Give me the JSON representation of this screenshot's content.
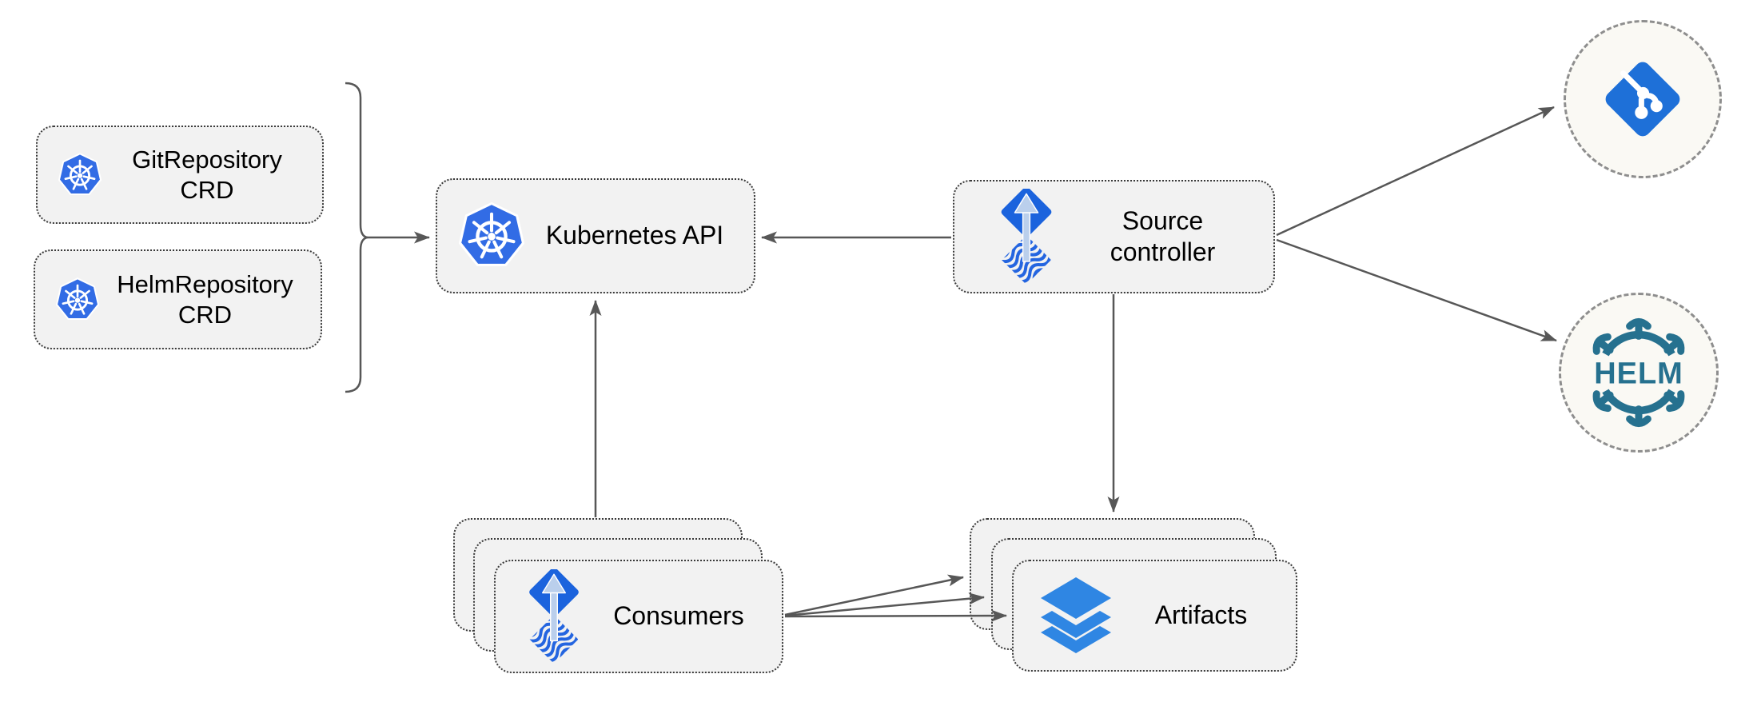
{
  "diagram": {
    "title_hint": "Flux source-controller architecture",
    "nodes": {
      "git_crd": {
        "line1": "GitRepository",
        "line2": "CRD"
      },
      "helm_crd": {
        "line1": "HelmRepository",
        "line2": "CRD"
      },
      "kubernetes_api": {
        "label": "Kubernetes API"
      },
      "source_controller": {
        "line1": "Source",
        "line2": "controller"
      },
      "consumers": {
        "label": "Consumers",
        "stack_count": 3
      },
      "artifacts": {
        "label": "Artifacts",
        "stack_count": 3
      },
      "git_remote": {
        "icon": "git-icon"
      },
      "helm_remote": {
        "icon": "helm-icon",
        "logo_text": "HELM"
      }
    },
    "groups": [
      {
        "name": "crd-group",
        "members": [
          "git_crd",
          "helm_crd"
        ],
        "shape": "curly-brace"
      }
    ],
    "edges": [
      {
        "from": "crd-group",
        "to": "kubernetes-api",
        "style": "arrow"
      },
      {
        "from": "source-controller",
        "to": "kubernetes-api",
        "style": "arrow"
      },
      {
        "from": "consumers",
        "to": "kubernetes-api",
        "style": "arrow"
      },
      {
        "from": "source-controller",
        "to": "artifacts",
        "style": "arrow"
      },
      {
        "from": "source-controller",
        "to": "git-remote",
        "style": "arrow"
      },
      {
        "from": "source-controller",
        "to": "helm-remote",
        "style": "arrow"
      },
      {
        "from": "consumers",
        "to": "artifacts",
        "style": "triple-arrow"
      }
    ],
    "colors": {
      "kubernetes_blue": "#326CE5",
      "flux_blue": "#1B63DD",
      "flux_arrow_light": "#BACFEC",
      "flux_wave_blue": "#2465E0",
      "artifact_layers_blue": "#2F86E3",
      "git_blue": "#1E70D8",
      "helm_teal": "#26718F",
      "box_fill": "#F2F2F2",
      "box_border": "#3A3A3A",
      "circle_fill": "#FAF9F4",
      "circle_border": "#8E8E8E",
      "edge_gray": "#575757"
    }
  }
}
